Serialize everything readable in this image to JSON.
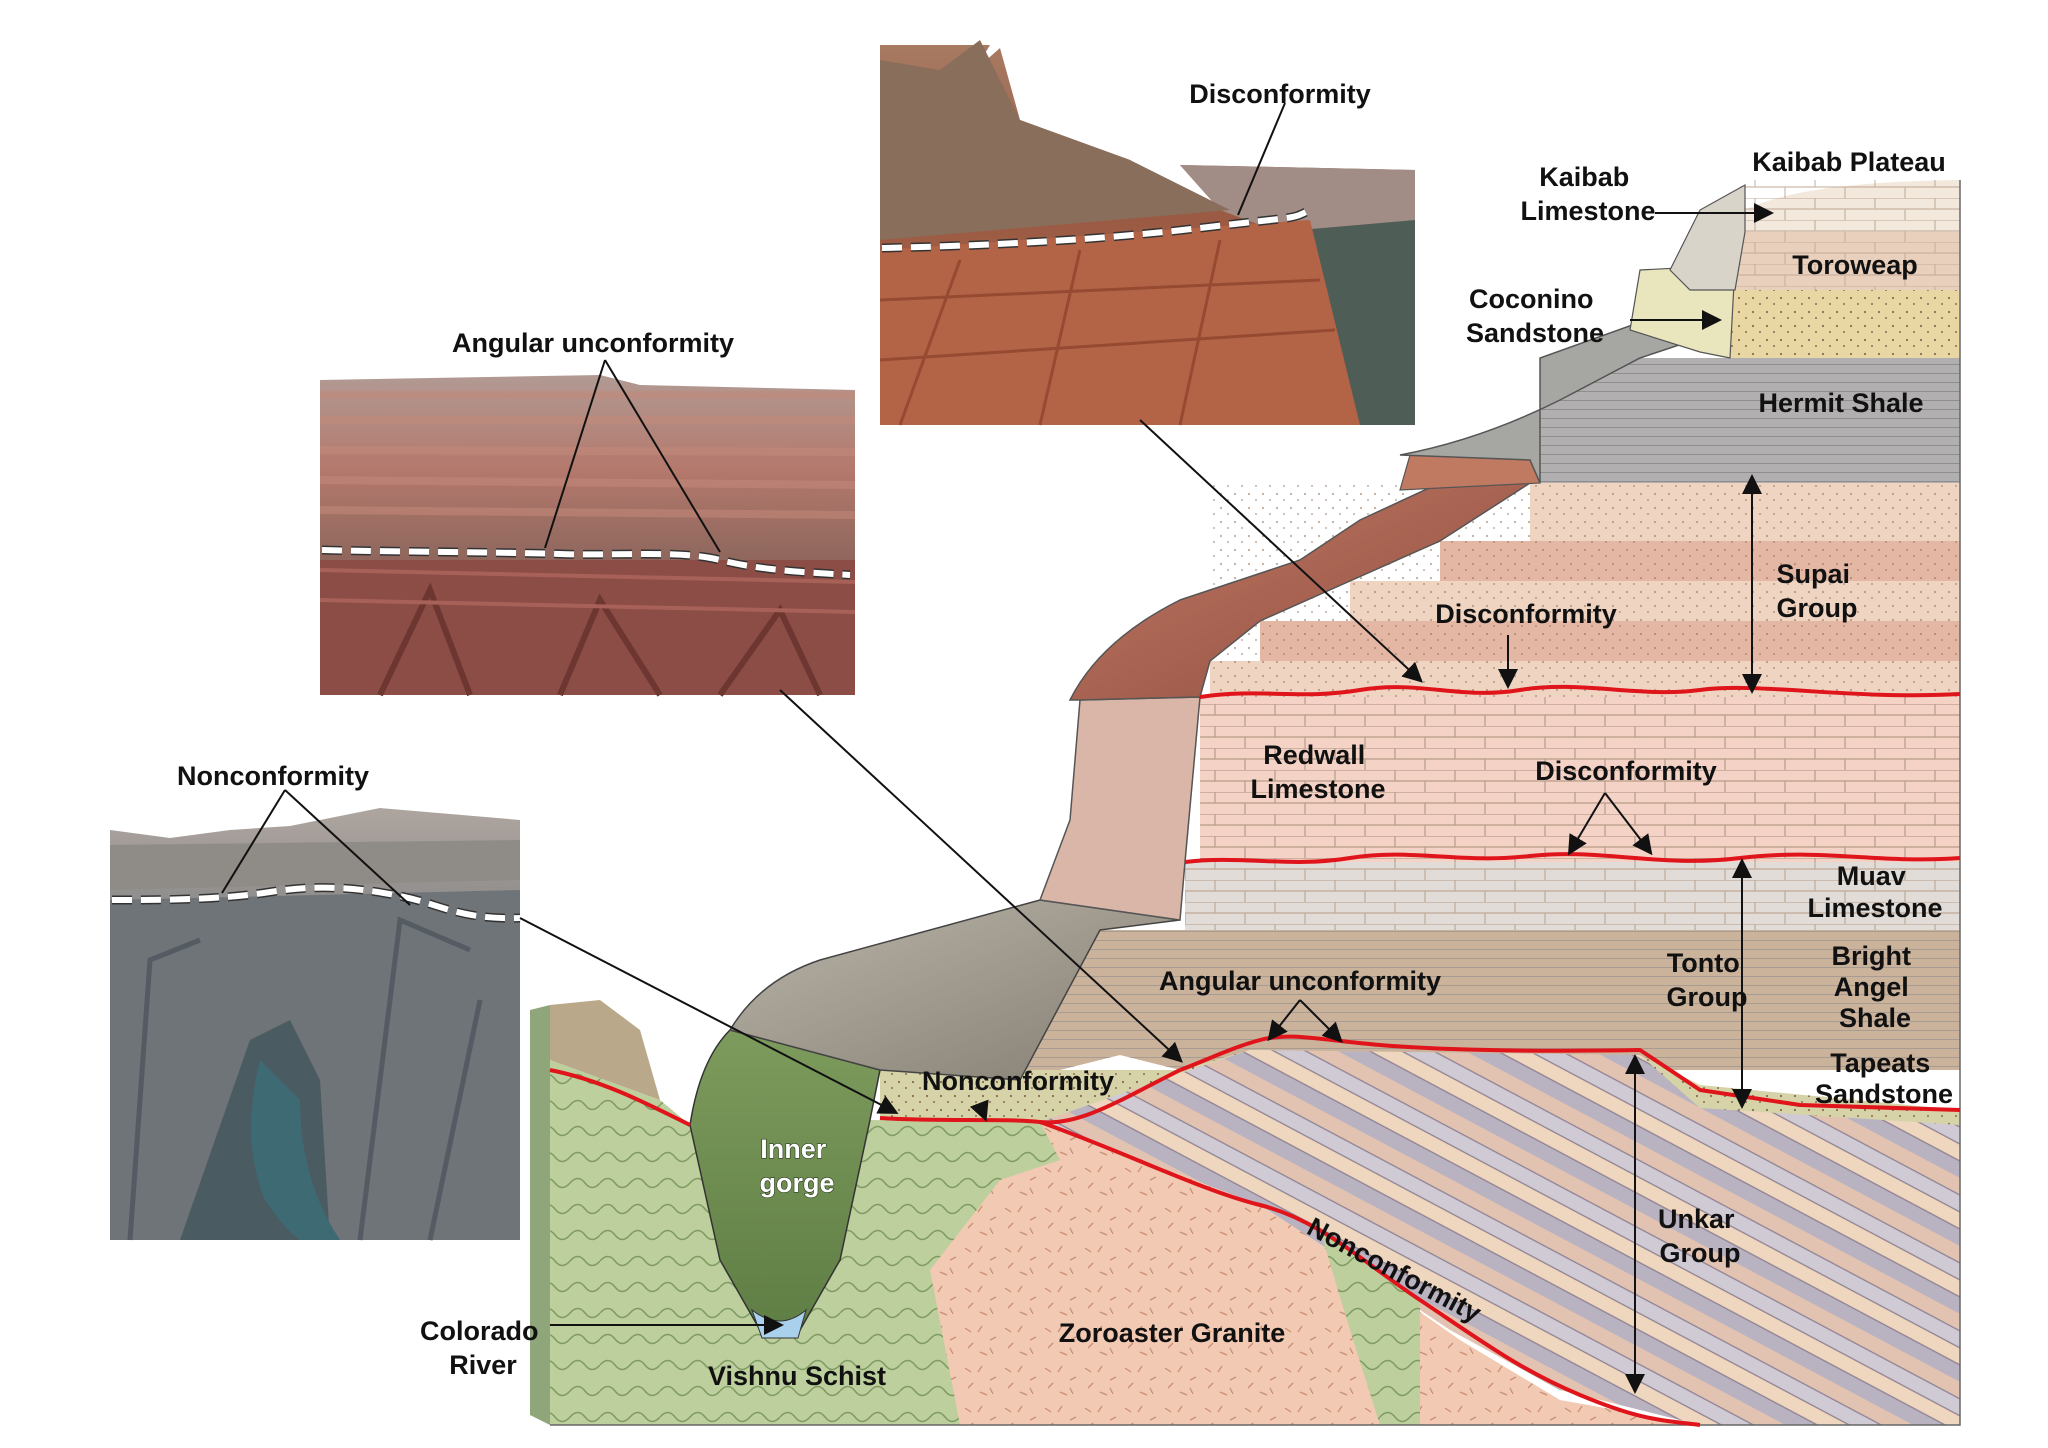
{
  "colors": {
    "contact_line": "#e0141b",
    "photo_dashed_line": "#ffffff"
  },
  "layers": {
    "kaibab_plateau": "Kaibab Plateau",
    "kaibab_limestone": [
      "Kaibab",
      "Limestone"
    ],
    "toroweap": "Toroweap",
    "coconino_sandstone": [
      "Coconino",
      "Sandstone"
    ],
    "hermit_shale": "Hermit Shale",
    "supai_group": [
      "Supai",
      "Group"
    ],
    "redwall_limestone": [
      "Redwall",
      "Limestone"
    ],
    "muav_limestone": [
      "Muav",
      "Limestone"
    ],
    "tonto_group": [
      "Tonto",
      "Group"
    ],
    "bright_angel_shale": [
      "Bright",
      "Angel",
      "Shale"
    ],
    "tapeats_sandstone": [
      "Tapeats",
      "Sandstone"
    ],
    "unkar_group": [
      "Unkar",
      "Group"
    ],
    "zoroaster_granite": "Zoroaster Granite",
    "vishnu_schist": "Vishnu Schist",
    "inner_gorge": [
      "Inner",
      "gorge"
    ],
    "colorado_river": [
      "Colorado",
      "River"
    ]
  },
  "contacts": {
    "disconformity_supai": "Disconformity",
    "disconformity_redwall": "Disconformity",
    "angular_unconformity": "Angular unconformity",
    "nonconformity_left": "Nonconformity",
    "nonconformity_diagonal": "Nonconformity"
  },
  "photos": [
    {
      "label": "Disconformity"
    },
    {
      "label": "Angular unconformity"
    },
    {
      "label": "Nonconformity"
    }
  ]
}
